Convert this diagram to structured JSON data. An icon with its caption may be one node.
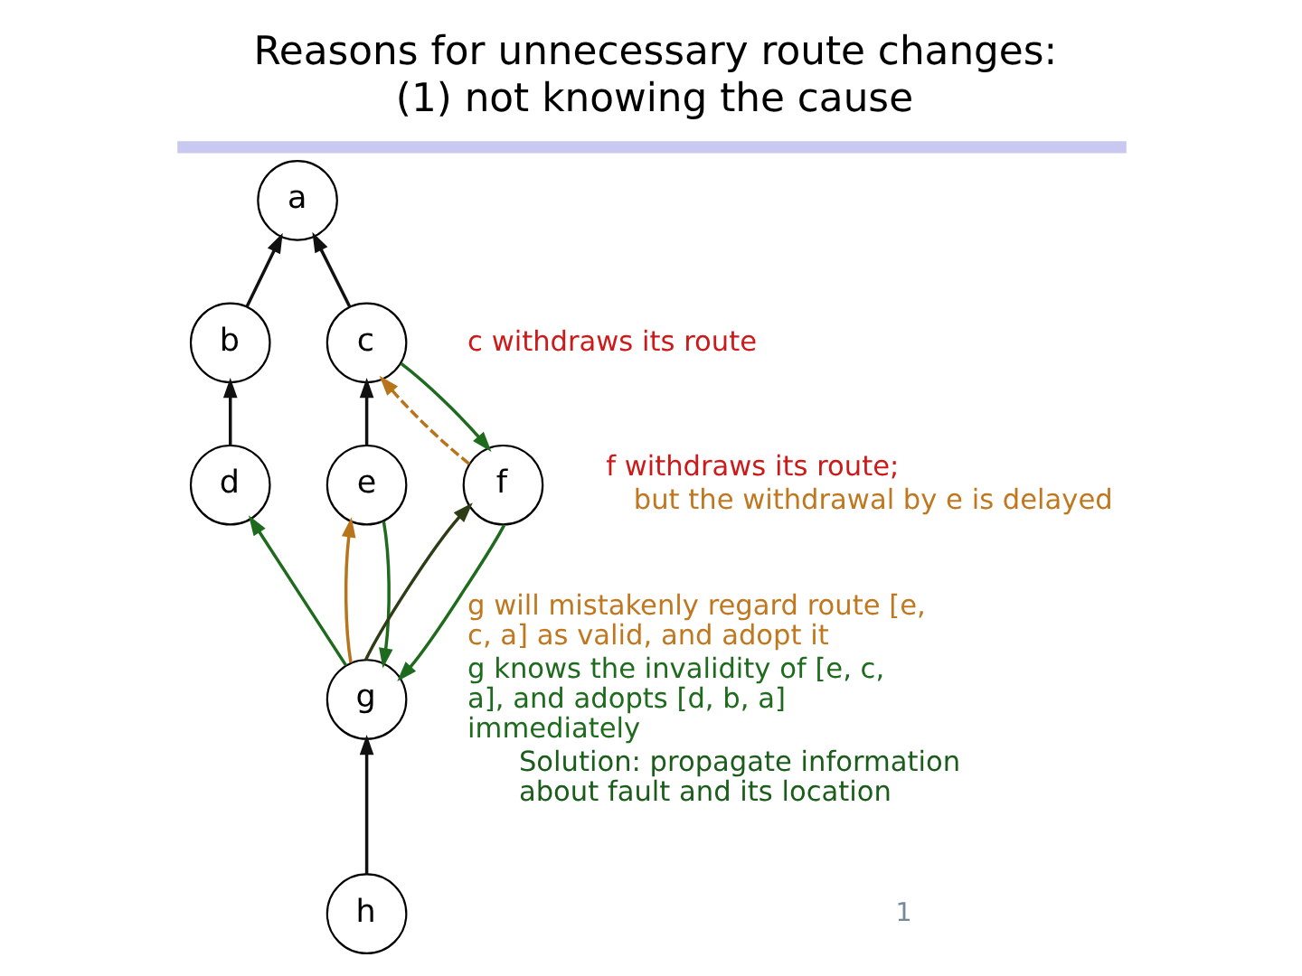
{
  "diagram": {
    "title": "Reasons for unnecessary route changes: (1) not knowing the cause",
    "nodes": [
      {
        "text": [
          "a"
        ]
      },
      {
        "text": [
          "b"
        ]
      },
      {
        "text": [
          "c"
        ],
        "beside": [
          "c withdraws its route"
        ]
      },
      {
        "text": [
          "d"
        ]
      },
      {
        "text": [
          "e"
        ]
      },
      {
        "text": [
          "f"
        ],
        "beside": [
          "f withdraws its route;",
          "but the withdrawal by e is delayed"
        ]
      },
      {
        "text": [
          "g"
        ],
        "beside": [
          "g will mistakenly regard route [e, c, a] as valid, and adopt it",
          "g knows the invalidity of [e, c, a], and adopts [d, b, a] immediately",
          "Solution: propagate information about fault and its location"
        ]
      },
      {
        "text": [
          "h"
        ]
      }
    ],
    "edges": [
      {
        "from": 1,
        "to": 0,
        "arrow": "to"
      },
      {
        "from": 2,
        "to": 0,
        "arrow": "to"
      },
      {
        "from": 3,
        "to": 1,
        "arrow": "to"
      },
      {
        "from": 4,
        "to": 2,
        "arrow": "to"
      },
      {
        "from": 5,
        "to": 2,
        "arrow": "to",
        "style": "dashed",
        "color": "#b8741a"
      },
      {
        "from": 2,
        "to": 5,
        "arrow": "to",
        "color": "#1e6b1e"
      },
      {
        "from": 6,
        "to": 3,
        "arrow": "to",
        "color": "#1e6b1e"
      },
      {
        "from": 6,
        "to": 4,
        "arrow": "to",
        "color": "#b8741a"
      },
      {
        "from": 4,
        "to": 6,
        "arrow": "to",
        "color": "#1e6b1e"
      },
      {
        "from": 6,
        "to": 5,
        "arrow": "to",
        "color": "#2e3d16"
      },
      {
        "from": 5,
        "to": 6,
        "arrow": "to",
        "color": "#1e6b1e"
      },
      {
        "from": 7,
        "to": 6,
        "arrow": "to"
      }
    ],
    "labels": [
      "1"
    ]
  }
}
